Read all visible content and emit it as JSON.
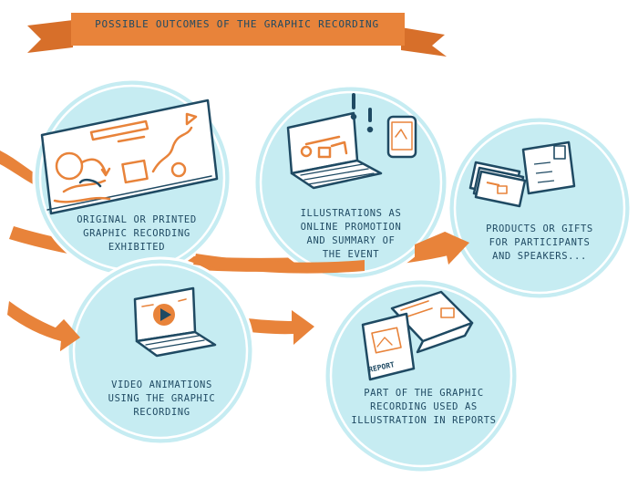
{
  "banner": {
    "title": "POSSIBLE OUTCOMES OF THE GRAPHIC RECORDING"
  },
  "outcomes": [
    {
      "caption": "ORIGINAL OR PRINTED\nGRAPHIC RECORDING\nEXHIBITED"
    },
    {
      "caption": "ILLUSTRATIONS AS\nONLINE PROMOTION\nAND SUMMARY OF\nTHE EVENT"
    },
    {
      "caption": "PRODUCTS OR GIFTS\nFOR PARTICIPANTS\nAND SPEAKERS..."
    },
    {
      "caption": "VIDEO ANIMATIONS\nUSING THE GRAPHIC\nRECORDING"
    },
    {
      "caption": "PART OF THE GRAPHIC\nRECORDING USED AS\nILLUSTRATION IN REPORTS"
    }
  ],
  "icons": {
    "exhibit": "drawing-board-icon",
    "online": "laptop-and-phone-icon",
    "products": "postcards-icon",
    "video": "laptop-play-icon",
    "report": "report-booklet-icon"
  },
  "report_cover_text": "REPORT",
  "colors": {
    "bubble": "#c6ecf2",
    "bubble_outline": "#ffffff",
    "arrow": "#e8833a",
    "ink": "#1f4a63",
    "banner": "#e8833a"
  }
}
